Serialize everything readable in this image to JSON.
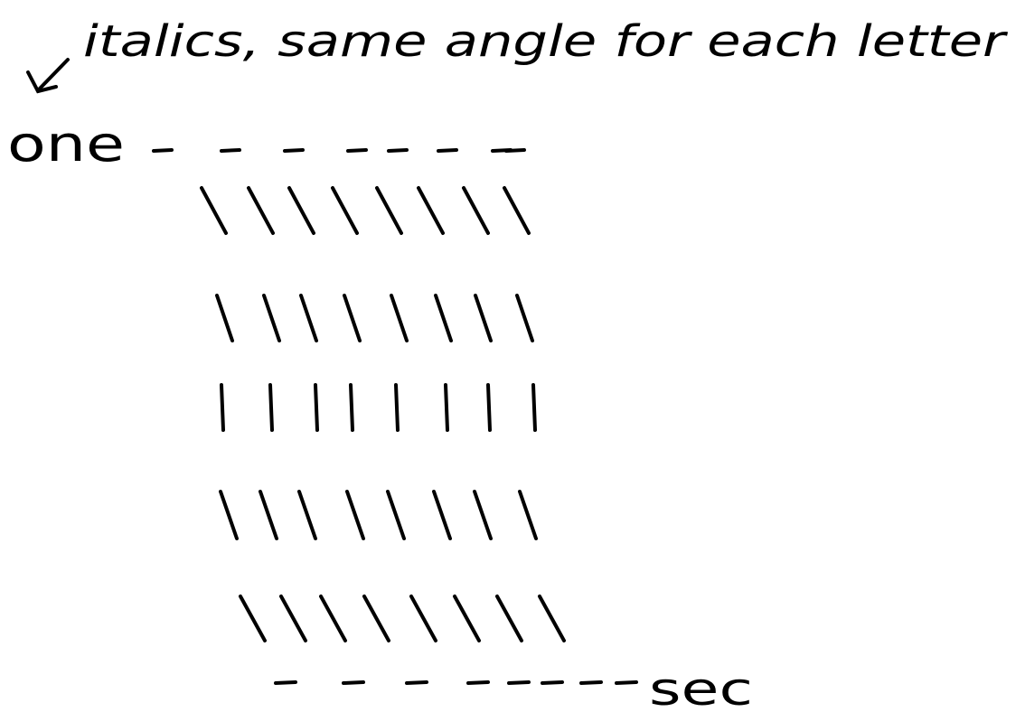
{
  "annotation": {
    "note": "italics, same angle for each letter",
    "start_label": "one",
    "end_label": "sec"
  },
  "rows": [
    {
      "name": "top-dashes",
      "mark": "dash",
      "count": 8
    },
    {
      "name": "slant-row-1",
      "mark": "backslash",
      "count": 8
    },
    {
      "name": "slant-row-2",
      "mark": "backslash",
      "count": 8
    },
    {
      "name": "upright-row",
      "mark": "vertical",
      "count": 8
    },
    {
      "name": "slant-row-3",
      "mark": "backslash",
      "count": 8
    },
    {
      "name": "slant-row-4",
      "mark": "backslash",
      "count": 8
    },
    {
      "name": "bottom-dashes",
      "mark": "dash",
      "count": 8
    }
  ],
  "colors": {
    "ink": "#000000",
    "paper": "#ffffff"
  },
  "icons": {
    "pointer": "arrow-down-left-icon"
  }
}
